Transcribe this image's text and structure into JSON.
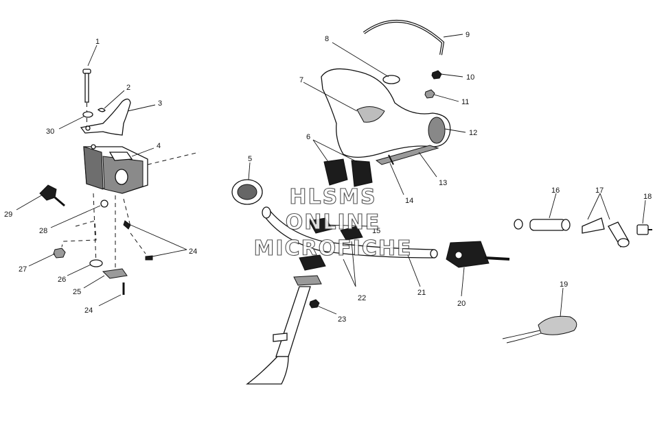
{
  "watermark": {
    "line1": "HLSMS",
    "line2": "ONLINE",
    "line3": "MICROFICHE"
  },
  "callouts": {
    "c1": "1",
    "c2": "2",
    "c3": "3",
    "c4": "4",
    "c5": "5",
    "c6": "6",
    "c7": "7",
    "c8": "8",
    "c9": "9",
    "c10": "10",
    "c11": "11",
    "c12": "12",
    "c13": "13",
    "c14": "14",
    "c15": "15",
    "c16": "16",
    "c17": "17",
    "c18": "18",
    "c19": "19",
    "c20": "20",
    "c21": "21",
    "c22": "22",
    "c23": "23",
    "c24a": "24",
    "c24b": "24",
    "c25": "25",
    "c26": "26",
    "c27": "27",
    "c28": "28",
    "c29": "29",
    "c30": "30"
  }
}
